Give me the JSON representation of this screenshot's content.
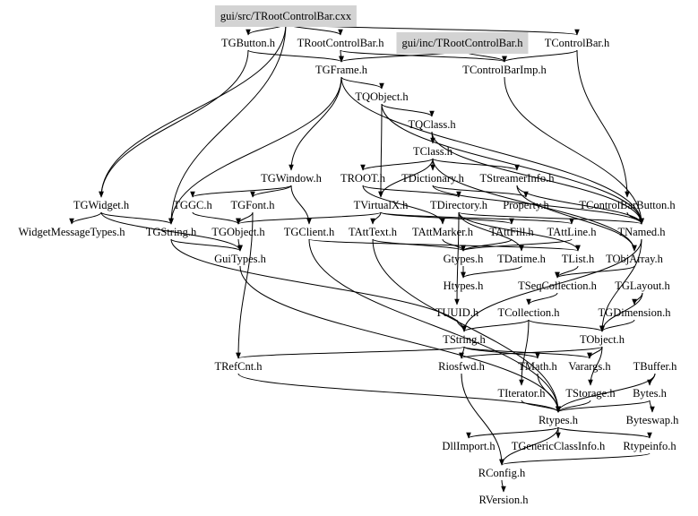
{
  "diagram": {
    "title": "gui/src/TRootControlBar.cxx include dependency graph",
    "highlight_color": "#d3d3d3",
    "nodes": [
      {
        "id": "src",
        "label": "gui/src/TRootControlBar.cxx",
        "highlight": true
      },
      {
        "id": "TGButton",
        "label": "TGButton.h"
      },
      {
        "id": "TRootControlBar",
        "label": "TRootControlBar.h"
      },
      {
        "id": "inc",
        "label": "gui/inc/TRootControlBar.h",
        "highlight": true
      },
      {
        "id": "TControlBar",
        "label": "TControlBar.h"
      },
      {
        "id": "TGFrame",
        "label": "TGFrame.h"
      },
      {
        "id": "TControlBarImp",
        "label": "TControlBarImp.h"
      },
      {
        "id": "TQObject",
        "label": "TQObject.h"
      },
      {
        "id": "TQClass",
        "label": "TQClass.h"
      },
      {
        "id": "TClass",
        "label": "TClass.h"
      },
      {
        "id": "TGWindow",
        "label": "TGWindow.h"
      },
      {
        "id": "TROOT",
        "label": "TROOT.h"
      },
      {
        "id": "TDictionary",
        "label": "TDictionary.h"
      },
      {
        "id": "TStreamerInfo",
        "label": "TStreamerInfo.h"
      },
      {
        "id": "TGWidget",
        "label": "TGWidget.h"
      },
      {
        "id": "TGGC",
        "label": "TGGC.h"
      },
      {
        "id": "TGFont",
        "label": "TGFont.h"
      },
      {
        "id": "TVirtualX",
        "label": "TVirtualX.h"
      },
      {
        "id": "TDirectory",
        "label": "TDirectory.h"
      },
      {
        "id": "Property",
        "label": "Property.h"
      },
      {
        "id": "TControlBarButton",
        "label": "TControlBarButton.h"
      },
      {
        "id": "WidgetMessageTypes",
        "label": "WidgetMessageTypes.h"
      },
      {
        "id": "TGString",
        "label": "TGString.h"
      },
      {
        "id": "TGObject",
        "label": "TGObject.h"
      },
      {
        "id": "TGClient",
        "label": "TGClient.h"
      },
      {
        "id": "TAttText",
        "label": "TAttText.h"
      },
      {
        "id": "TAttMarker",
        "label": "TAttMarker.h"
      },
      {
        "id": "TAttFill",
        "label": "TAttFill.h"
      },
      {
        "id": "TAttLine",
        "label": "TAttLine.h"
      },
      {
        "id": "TNamed",
        "label": "TNamed.h"
      },
      {
        "id": "GuiTypes",
        "label": "GuiTypes.h"
      },
      {
        "id": "Gtypes",
        "label": "Gtypes.h"
      },
      {
        "id": "TDatime",
        "label": "TDatime.h"
      },
      {
        "id": "TList",
        "label": "TList.h"
      },
      {
        "id": "TObjArray",
        "label": "TObjArray.h"
      },
      {
        "id": "Htypes",
        "label": "Htypes.h"
      },
      {
        "id": "TSeqCollection",
        "label": "TSeqCollection.h"
      },
      {
        "id": "TGLayout",
        "label": "TGLayout.h"
      },
      {
        "id": "TUUID",
        "label": "TUUID.h"
      },
      {
        "id": "TCollection",
        "label": "TCollection.h"
      },
      {
        "id": "TGDimension",
        "label": "TGDimension.h"
      },
      {
        "id": "TString",
        "label": "TString.h"
      },
      {
        "id": "TObject",
        "label": "TObject.h"
      },
      {
        "id": "TRefCnt",
        "label": "TRefCnt.h"
      },
      {
        "id": "Riosfwd",
        "label": "Riosfwd.h"
      },
      {
        "id": "TMath",
        "label": "TMath.h"
      },
      {
        "id": "Varargs",
        "label": "Varargs.h"
      },
      {
        "id": "TBuffer",
        "label": "TBuffer.h"
      },
      {
        "id": "TIterator",
        "label": "TIterator.h"
      },
      {
        "id": "TStorage",
        "label": "TStorage.h"
      },
      {
        "id": "Bytes",
        "label": "Bytes.h"
      },
      {
        "id": "Rtypes",
        "label": "Rtypes.h"
      },
      {
        "id": "Byteswap",
        "label": "Byteswap.h"
      },
      {
        "id": "DllImport",
        "label": "DllImport.h"
      },
      {
        "id": "TGenericClassInfo",
        "label": "TGenericClassInfo.h"
      },
      {
        "id": "Rtypeinfo",
        "label": "Rtypeinfo.h"
      },
      {
        "id": "RConfig",
        "label": "RConfig.h"
      },
      {
        "id": "RVersion",
        "label": "RVersion.h"
      }
    ],
    "edges": [
      [
        "src",
        "TGButton"
      ],
      [
        "src",
        "TRootControlBar"
      ],
      [
        "src",
        "TControlBar"
      ],
      [
        "src",
        "TGWidget"
      ],
      [
        "src",
        "TGString"
      ],
      [
        "TRootControlBar",
        "TGFrame"
      ],
      [
        "TRootControlBar",
        "TControlBarImp"
      ],
      [
        "TGButton",
        "TGFrame"
      ],
      [
        "TGButton",
        "TGWidget"
      ],
      [
        "inc",
        "TGFrame"
      ],
      [
        "inc",
        "TControlBarImp"
      ],
      [
        "TControlBar",
        "TControlBarImp"
      ],
      [
        "TControlBar",
        "TControlBarButton"
      ],
      [
        "TGFrame",
        "TQObject"
      ],
      [
        "TGFrame",
        "TGWindow"
      ],
      [
        "TGFrame",
        "TGString"
      ],
      [
        "TGFrame",
        "TNamed"
      ],
      [
        "TControlBarImp",
        "TNamed"
      ],
      [
        "TQObject",
        "TQClass"
      ],
      [
        "TQObject",
        "TVirtualX"
      ],
      [
        "TQObject",
        "TNamed"
      ],
      [
        "TQClass",
        "TClass"
      ],
      [
        "TQClass",
        "TNamed"
      ],
      [
        "TClass",
        "TROOT"
      ],
      [
        "TClass",
        "TDictionary"
      ],
      [
        "TClass",
        "TStreamerInfo"
      ],
      [
        "TClass",
        "TVirtualX"
      ],
      [
        "TClass",
        "TObjArray"
      ],
      [
        "TGWindow",
        "TGGC"
      ],
      [
        "TGWindow",
        "TGFont"
      ],
      [
        "TGWindow",
        "TGClient"
      ],
      [
        "TROOT",
        "TDirectory"
      ],
      [
        "TROOT",
        "TAttMarker"
      ],
      [
        "TDictionary",
        "Property"
      ],
      [
        "TDictionary",
        "TNamed"
      ],
      [
        "TStreamerInfo",
        "TNamed"
      ],
      [
        "TStreamerInfo",
        "TObjArray"
      ],
      [
        "TGWidget",
        "WidgetMessageTypes"
      ],
      [
        "TGWidget",
        "TGString"
      ],
      [
        "TGWidget",
        "GuiTypes"
      ],
      [
        "TGGC",
        "TGObject"
      ],
      [
        "TGFont",
        "TGObject"
      ],
      [
        "TGFont",
        "TRefCnt"
      ],
      [
        "TVirtualX",
        "TAttText"
      ],
      [
        "TVirtualX",
        "TAttFill"
      ],
      [
        "TVirtualX",
        "TAttLine"
      ],
      [
        "TVirtualX",
        "TGObject"
      ],
      [
        "TDirectory",
        "TNamed"
      ],
      [
        "TDirectory",
        "TList"
      ],
      [
        "TDirectory",
        "TDatime"
      ],
      [
        "TDirectory",
        "TUUID"
      ],
      [
        "TControlBarButton",
        "TNamed"
      ],
      [
        "TGString",
        "GuiTypes"
      ],
      [
        "TGString",
        "TString"
      ],
      [
        "TGObject",
        "GuiTypes"
      ],
      [
        "TGClient",
        "TList"
      ],
      [
        "TGClient",
        "Rtypes"
      ],
      [
        "TAttText",
        "Gtypes"
      ],
      [
        "TAttText",
        "Rtypes"
      ],
      [
        "TAttMarker",
        "Gtypes"
      ],
      [
        "TAttFill",
        "Gtypes"
      ],
      [
        "TAttLine",
        "Gtypes"
      ],
      [
        "TNamed",
        "TString"
      ],
      [
        "TNamed",
        "TObject"
      ],
      [
        "GuiTypes",
        "Rtypes"
      ],
      [
        "Gtypes",
        "Htypes"
      ],
      [
        "TDatime",
        "Htypes"
      ],
      [
        "TList",
        "TSeqCollection"
      ],
      [
        "TObjArray",
        "TSeqCollection"
      ],
      [
        "TSeqCollection",
        "TCollection"
      ],
      [
        "TGLayout",
        "TGDimension"
      ],
      [
        "TGLayout",
        "TObject"
      ],
      [
        "TCollection",
        "TString"
      ],
      [
        "TCollection",
        "TObject"
      ],
      [
        "TCollection",
        "TIterator"
      ],
      [
        "TGDimension",
        "TObject"
      ],
      [
        "TUUID",
        "TString"
      ],
      [
        "TString",
        "TRefCnt"
      ],
      [
        "TString",
        "Riosfwd"
      ],
      [
        "TString",
        "TMath"
      ],
      [
        "TString",
        "Varargs"
      ],
      [
        "TObject",
        "Varargs"
      ],
      [
        "TObject",
        "TStorage"
      ],
      [
        "TObject",
        "Riosfwd"
      ],
      [
        "TBuffer",
        "Bytes"
      ],
      [
        "TBuffer",
        "Rtypes"
      ],
      [
        "TRefCnt",
        "Rtypes"
      ],
      [
        "Riosfwd",
        "RConfig"
      ],
      [
        "TMath",
        "Rtypes"
      ],
      [
        "TIterator",
        "Rtypes"
      ],
      [
        "TStorage",
        "Rtypes"
      ],
      [
        "Bytes",
        "Rtypes"
      ],
      [
        "Bytes",
        "Byteswap"
      ],
      [
        "Rtypes",
        "DllImport"
      ],
      [
        "Rtypes",
        "TGenericClassInfo"
      ],
      [
        "Rtypes",
        "Rtypeinfo"
      ],
      [
        "Rtypes",
        "RConfig"
      ],
      [
        "Rtypeinfo",
        "RConfig"
      ],
      [
        "RConfig",
        "RVersion"
      ]
    ]
  }
}
